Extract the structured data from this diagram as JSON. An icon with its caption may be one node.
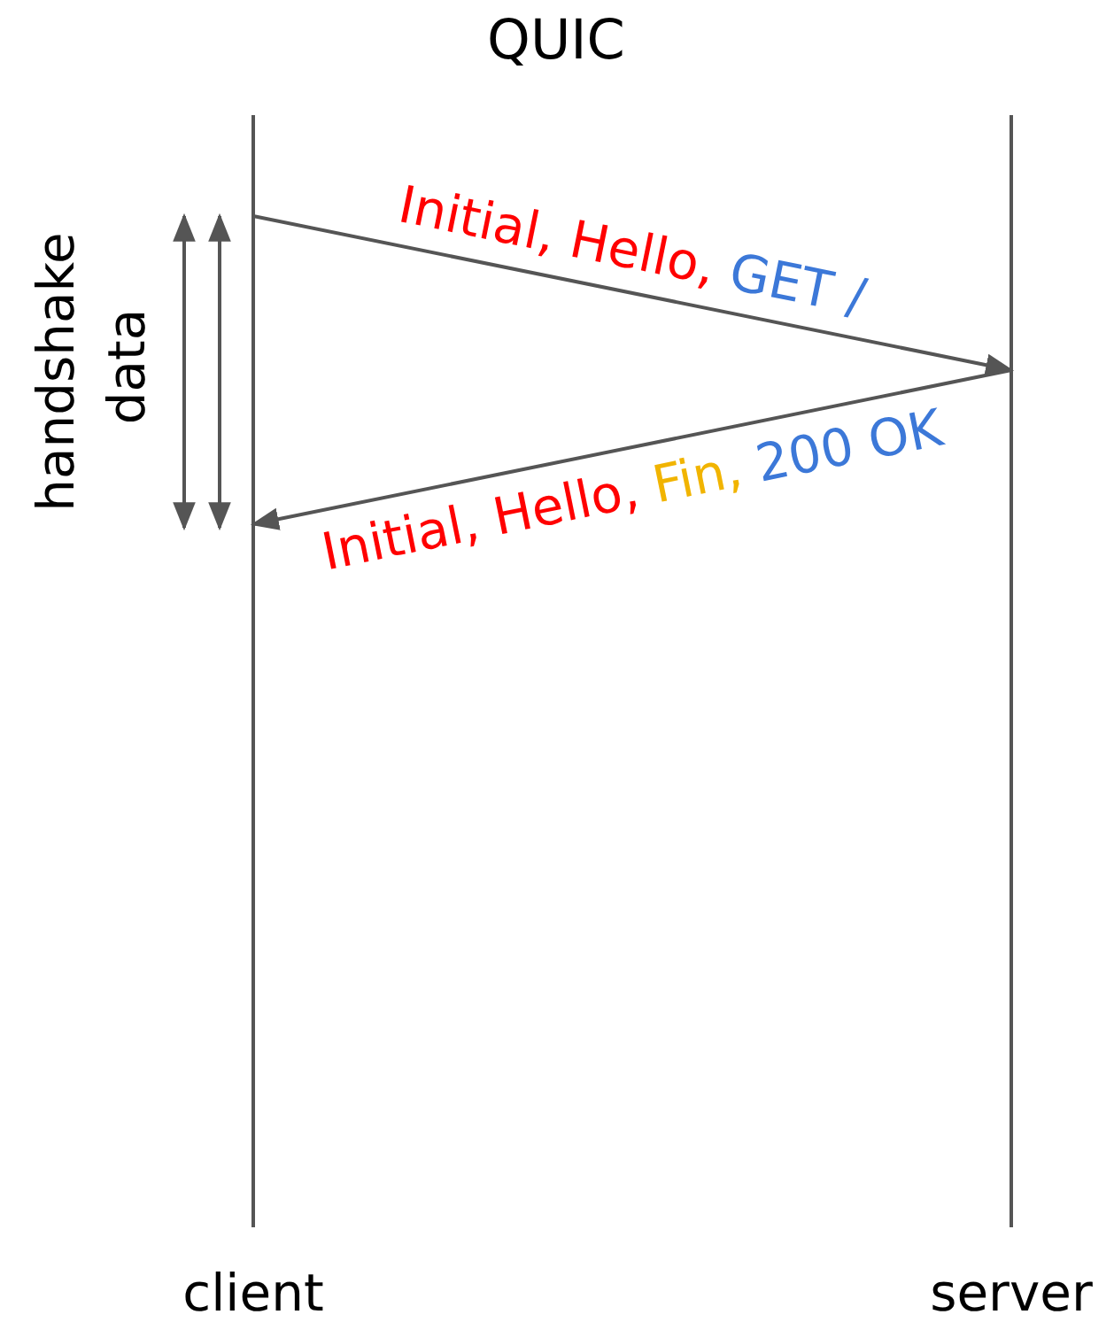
{
  "diagram": {
    "title": "QUIC",
    "nodes": [
      {
        "text": [
          "client"
        ]
      },
      {
        "text": [
          "server"
        ]
      }
    ],
    "edges": [
      {
        "from": 0,
        "to": 1,
        "arrow": "to",
        "label": "Initial, Hello, GET /"
      },
      {
        "from": 1,
        "to": 0,
        "arrow": "to",
        "label": "Initial, Hello, Fin, 200 OK"
      }
    ],
    "labels": [
      "handshake",
      "data"
    ]
  }
}
